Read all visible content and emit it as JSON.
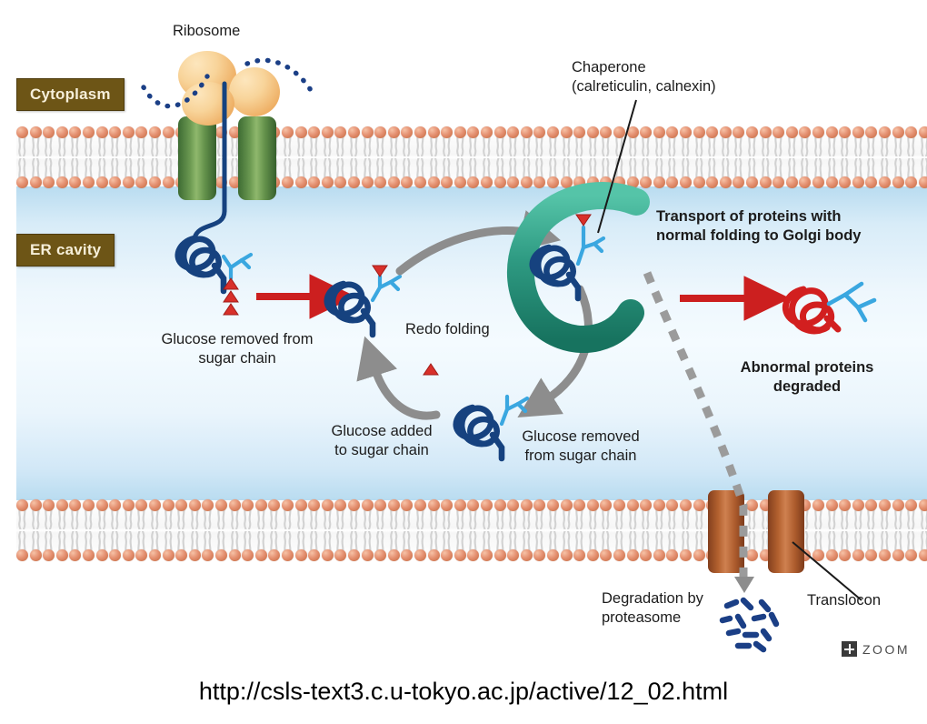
{
  "figure": {
    "title_caption": "http://csls-text3.c.u-tokyo.ac.jp/active/12_02.html",
    "zones": {
      "cytoplasm_label": "Cytoplasm",
      "er_label": "ER cavity"
    },
    "labels": {
      "ribosome": "Ribosome",
      "chaperone": "Chaperone\n(calreticulin, calnexin)",
      "transport": "Transport of proteins with\nnormal folding to Golgi body",
      "glucose_removed_left": "Glucose removed from\nsugar chain",
      "redo_folding": "Redo folding",
      "glucose_added": "Glucose added\nto sugar chain",
      "glucose_removed_bottom": "Glucose removed\nfrom sugar chain",
      "abnormal": "Abnormal proteins\ndegraded",
      "degradation": "Degradation by\nproteasome",
      "translocon": "Translocon"
    },
    "zoom_button": {
      "label": "ZOOM",
      "icon": "plus-icon"
    },
    "colors": {
      "lipid_head": "#e59172",
      "membrane_protein_green": "#6c9a52",
      "membrane_protein_brown": "#b36133",
      "chaperone_teal": "#2e9a82",
      "protein_blue": "#1b4f8f",
      "sugar_chain_blue": "#3aa7e0",
      "glucose_red": "#d8302a",
      "arrow_red": "#cc1f1f",
      "arrow_grey": "#8d8d8d",
      "tag_brown": "#6d5516",
      "lumen_blue": "#b9dcf0"
    }
  }
}
